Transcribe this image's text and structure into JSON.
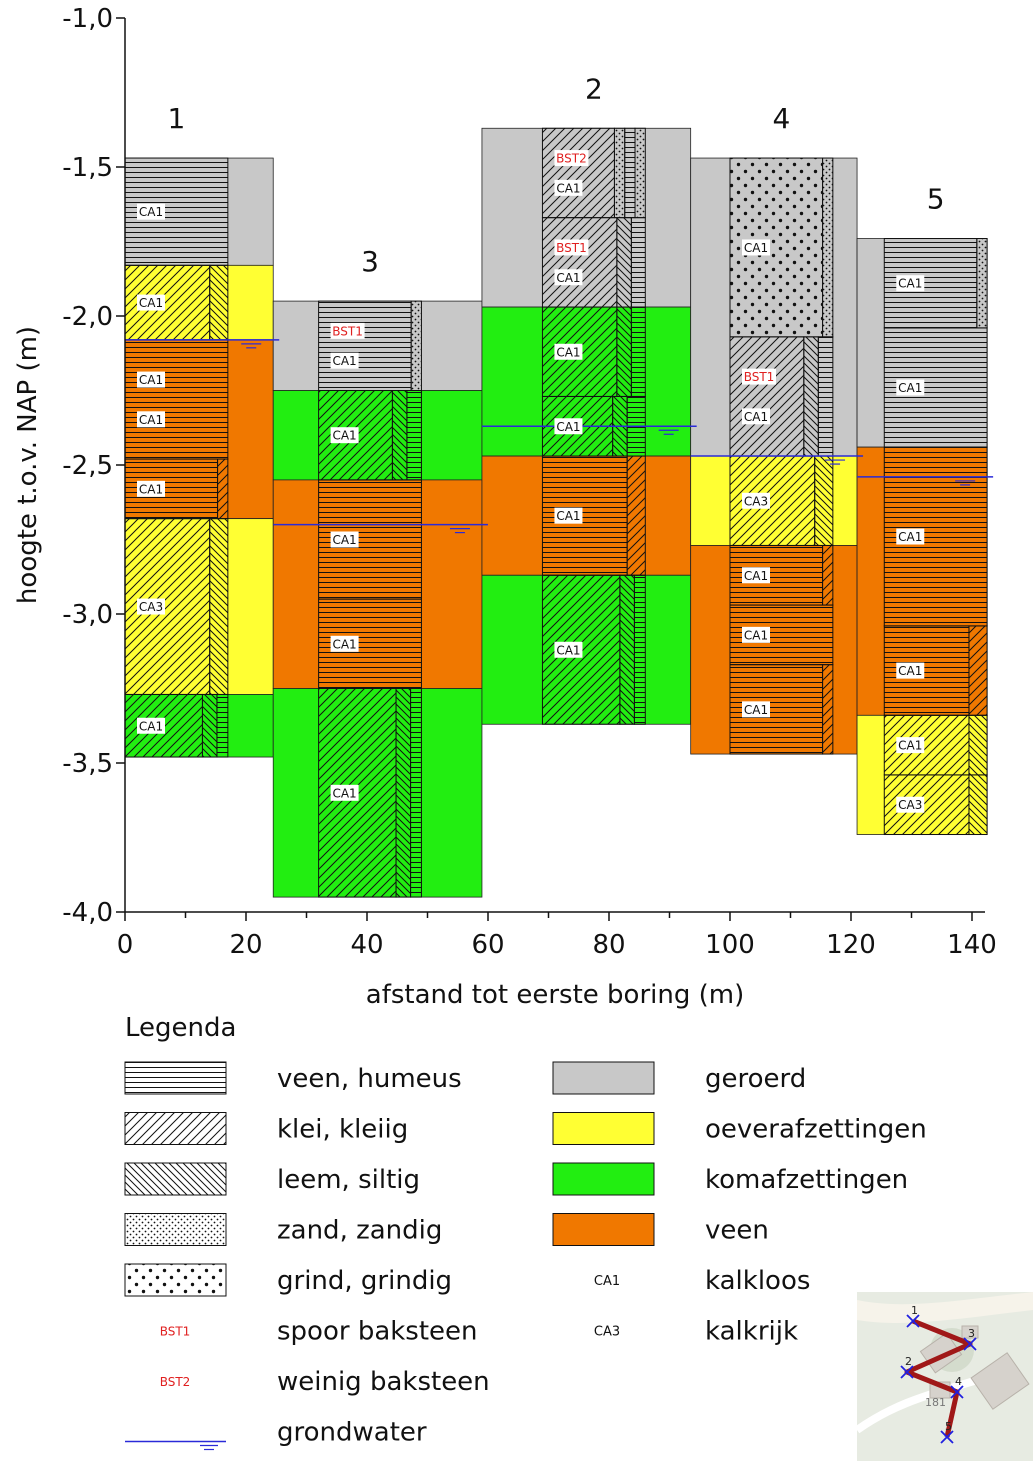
{
  "diagram": {
    "y_axis_label": "hoogte t.o.v. NAP (m)",
    "x_axis_label": "afstand tot eerste boring (m)",
    "y_ticks": [
      "-1,0",
      "-1,5",
      "-2,0",
      "-2,5",
      "-3,0",
      "-3,5",
      "-4,0"
    ],
    "y_tick_values": [
      -1.0,
      -1.5,
      -2.0,
      -2.5,
      -3.0,
      -3.5,
      -4.0
    ],
    "x_ticks": [
      "0",
      "20",
      "40",
      "60",
      "80",
      "100",
      "120",
      "140"
    ],
    "x_tick_values": [
      0,
      20,
      40,
      60,
      80,
      100,
      120,
      140
    ],
    "y_range": [
      -4.0,
      -1.0
    ],
    "x_range": [
      0,
      142
    ],
    "colors": {
      "geroerd": "#c8c8c8",
      "oeverafzettingen": "#ffff33",
      "komafzettingen": "#22ee11",
      "veen": "#f07800",
      "grondwater": "#2a2ad8",
      "bst_text": "#e02020"
    },
    "borings": [
      {
        "number": "1",
        "x_start": 0,
        "x_end": 24.5,
        "hatch_end": 17,
        "geo": [
          {
            "top": -1.47,
            "bottom": -1.83,
            "unit": "geroerd"
          },
          {
            "top": -1.83,
            "bottom": -2.08,
            "unit": "oeverafzettingen"
          },
          {
            "top": -2.08,
            "bottom": -2.68,
            "unit": "veen"
          },
          {
            "top": -2.68,
            "bottom": -3.27,
            "unit": "oeverafzettingen"
          },
          {
            "top": -3.27,
            "bottom": -3.48,
            "unit": "komafzettingen"
          }
        ],
        "layers": [
          {
            "top": -1.47,
            "bottom": -1.83,
            "main": "veen",
            "strips": [],
            "labels": [
              "CA1"
            ]
          },
          {
            "top": -1.83,
            "bottom": -2.08,
            "main": "klei",
            "strips": [
              {
                "w": 3,
                "lith": "leem"
              }
            ],
            "labels": [
              "CA1"
            ]
          },
          {
            "top": -2.08,
            "bottom": -2.48,
            "main": "veen",
            "strips": [],
            "labels": [
              "CA1",
              "CA1"
            ]
          },
          {
            "top": -2.48,
            "bottom": -2.68,
            "main": "veen",
            "strips": [
              {
                "w": 1.7,
                "lith": "klei"
              }
            ],
            "labels": [
              "CA1"
            ]
          },
          {
            "top": -2.68,
            "bottom": -3.27,
            "main": "klei",
            "strips": [
              {
                "w": 3,
                "lith": "leem"
              }
            ],
            "labels": [
              "CA3"
            ]
          },
          {
            "top": -3.27,
            "bottom": -3.48,
            "main": "klei",
            "strips": [
              {
                "w": 2.4,
                "lith": "leem"
              },
              {
                "w": 1.8,
                "lith": "veen"
              }
            ],
            "labels": [
              "CA1"
            ]
          }
        ],
        "groundwater": -2.08
      },
      {
        "number": "3",
        "x_start": 24.5,
        "x_end": 59,
        "hatch_start": 32,
        "hatch_end": 49,
        "geo": [
          {
            "top": -1.95,
            "bottom": -2.25,
            "unit": "geroerd"
          },
          {
            "top": -2.25,
            "bottom": -2.55,
            "unit": "komafzettingen"
          },
          {
            "top": -2.55,
            "bottom": -3.25,
            "unit": "veen"
          },
          {
            "top": -3.25,
            "bottom": -3.95,
            "unit": "komafzettingen"
          }
        ],
        "layers": [
          {
            "top": -1.95,
            "bottom": -2.25,
            "main": "veen",
            "strips": [
              {
                "w": 1.7,
                "lith": "zand"
              }
            ],
            "labels": [
              "BST1",
              "CA1"
            ]
          },
          {
            "top": -2.25,
            "bottom": -2.55,
            "main": "klei",
            "strips": [
              {
                "w": 2.4,
                "lith": "leem"
              },
              {
                "w": 2.4,
                "lith": "veen"
              }
            ],
            "labels": [
              "CA1"
            ]
          },
          {
            "top": -2.55,
            "bottom": -2.95,
            "main": "veen",
            "strips": [],
            "labels": [
              "CA1"
            ]
          },
          {
            "top": -2.95,
            "bottom": -3.25,
            "main": "veen",
            "strips": [],
            "labels": [
              "CA1"
            ]
          },
          {
            "top": -3.25,
            "bottom": -3.95,
            "main": "klei",
            "strips": [
              {
                "w": 2.4,
                "lith": "leem"
              },
              {
                "w": 1.8,
                "lith": "veen"
              }
            ],
            "labels": [
              "CA1"
            ]
          }
        ],
        "groundwater": -2.7
      },
      {
        "number": "2",
        "x_start": 59,
        "x_end": 93.5,
        "hatch_start": 69,
        "hatch_end": 86,
        "geo": [
          {
            "top": -1.37,
            "bottom": -1.97,
            "unit": "geroerd"
          },
          {
            "top": -1.97,
            "bottom": -2.47,
            "unit": "komafzettingen"
          },
          {
            "top": -2.47,
            "bottom": -2.87,
            "unit": "veen"
          },
          {
            "top": -2.87,
            "bottom": -3.37,
            "unit": "komafzettingen"
          }
        ],
        "layers": [
          {
            "top": -1.37,
            "bottom": -1.67,
            "main": "klei",
            "strips": [
              {
                "w": 1.7,
                "lith": "zand"
              },
              {
                "w": 1.7,
                "lith": "veen"
              },
              {
                "w": 1.7,
                "lith": "zand"
              }
            ],
            "labels": [
              "BST2",
              "CA1"
            ]
          },
          {
            "top": -1.67,
            "bottom": -1.97,
            "main": "klei",
            "strips": [
              {
                "w": 2.4,
                "lith": "leem"
              },
              {
                "w": 2.3,
                "lith": "veen"
              }
            ],
            "labels": [
              "BST1",
              "CA1"
            ]
          },
          {
            "top": -1.97,
            "bottom": -2.27,
            "main": "klei",
            "strips": [
              {
                "w": 2.4,
                "lith": "leem"
              },
              {
                "w": 2.3,
                "lith": "veen"
              }
            ],
            "labels": [
              "CA1"
            ]
          },
          {
            "top": -2.27,
            "bottom": -2.47,
            "main": "klei",
            "strips": [
              {
                "w": 2.4,
                "lith": "leem"
              },
              {
                "w": 3,
                "lith": "veen"
              }
            ],
            "labels": [
              "CA1"
            ]
          },
          {
            "top": -2.47,
            "bottom": -2.87,
            "main": "veen",
            "strips": [
              {
                "w": 3,
                "lith": "klei"
              }
            ],
            "labels": [
              "CA1"
            ]
          },
          {
            "top": -2.87,
            "bottom": -3.37,
            "main": "klei",
            "strips": [
              {
                "w": 2.4,
                "lith": "leem"
              },
              {
                "w": 1.8,
                "lith": "veen"
              }
            ],
            "labels": [
              "CA1"
            ]
          }
        ],
        "groundwater": -2.37
      },
      {
        "number": "4",
        "x_start": 93.5,
        "x_end": 121,
        "hatch_start": 100,
        "hatch_end": 117,
        "geo": [
          {
            "top": -1.47,
            "bottom": -2.47,
            "unit": "geroerd"
          },
          {
            "top": -2.47,
            "bottom": -2.77,
            "unit": "oeverafzettingen"
          },
          {
            "top": -2.77,
            "bottom": -3.47,
            "unit": "veen"
          }
        ],
        "layers": [
          {
            "top": -1.47,
            "bottom": -2.07,
            "main": "grind",
            "strips": [
              {
                "w": 1.7,
                "lith": "zand"
              }
            ],
            "labels": [
              "CA1"
            ]
          },
          {
            "top": -2.07,
            "bottom": -2.47,
            "main": "klei",
            "strips": [
              {
                "w": 2.4,
                "lith": "leem"
              },
              {
                "w": 2.4,
                "lith": "veen"
              }
            ],
            "labels": [
              "BST1",
              "CA1"
            ]
          },
          {
            "top": -2.47,
            "bottom": -2.77,
            "main": "klei",
            "strips": [
              {
                "w": 3,
                "lith": "leem"
              }
            ],
            "labels": [
              "CA3"
            ]
          },
          {
            "top": -2.77,
            "bottom": -2.97,
            "main": "veen",
            "strips": [
              {
                "w": 1.7,
                "lith": "klei"
              }
            ],
            "labels": [
              "CA1"
            ]
          },
          {
            "top": -2.97,
            "bottom": -3.17,
            "main": "veen",
            "strips": [],
            "labels": [
              "CA1"
            ]
          },
          {
            "top": -3.17,
            "bottom": -3.47,
            "main": "veen",
            "strips": [
              {
                "w": 1.7,
                "lith": "klei"
              }
            ],
            "labels": [
              "CA1"
            ]
          }
        ],
        "groundwater": -2.47
      },
      {
        "number": "5",
        "x_start": 121,
        "x_end": 142.5,
        "hatch_start": 125.5,
        "hatch_end": 142.5,
        "geo": [
          {
            "top": -1.74,
            "bottom": -2.44,
            "unit": "geroerd"
          },
          {
            "top": -2.44,
            "bottom": -3.34,
            "unit": "veen"
          },
          {
            "top": -3.34,
            "bottom": -3.74,
            "unit": "oeverafzettingen"
          }
        ],
        "layers": [
          {
            "top": -1.74,
            "bottom": -2.04,
            "main": "veen",
            "strips": [
              {
                "w": 1.7,
                "lith": "zand"
              }
            ],
            "labels": [
              "CA1"
            ]
          },
          {
            "top": -2.04,
            "bottom": -2.44,
            "main": "veen",
            "strips": [],
            "labels": [
              "CA1"
            ]
          },
          {
            "top": -2.44,
            "bottom": -3.04,
            "main": "veen",
            "strips": [],
            "labels": [
              "CA1"
            ]
          },
          {
            "top": -3.04,
            "bottom": -3.34,
            "main": "veen",
            "strips": [
              {
                "w": 3,
                "lith": "klei"
              }
            ],
            "labels": [
              "CA1"
            ]
          },
          {
            "top": -3.34,
            "bottom": -3.54,
            "main": "klei",
            "strips": [
              {
                "w": 3,
                "lith": "leem"
              }
            ],
            "labels": [
              "CA1"
            ]
          },
          {
            "top": -3.54,
            "bottom": -3.74,
            "main": "klei",
            "strips": [
              {
                "w": 3,
                "lith": "leem"
              }
            ],
            "labels": [
              "CA3"
            ]
          }
        ],
        "groundwater": -2.54
      }
    ]
  },
  "legend": {
    "title": "Legenda",
    "left": [
      {
        "key": "veen-humeus",
        "symbol": "hatch",
        "lith": "veen",
        "label": "veen, humeus"
      },
      {
        "key": "klei-kleiig",
        "symbol": "hatch",
        "lith": "klei",
        "label": "klei, kleiig"
      },
      {
        "key": "leem-siltig",
        "symbol": "hatch",
        "lith": "leem",
        "label": "leem, siltig"
      },
      {
        "key": "zand-zandig",
        "symbol": "hatch",
        "lith": "zand",
        "label": "zand, zandig"
      },
      {
        "key": "grind-grindig",
        "symbol": "hatch",
        "lith": "grind",
        "label": "grind, grindig"
      },
      {
        "key": "spoor-baksteen",
        "symbol": "text",
        "code": "BST1",
        "label": "spoor baksteen"
      },
      {
        "key": "weinig-baksteen",
        "symbol": "text",
        "code": "BST2",
        "label": "weinig baksteen"
      },
      {
        "key": "grondwater",
        "symbol": "water",
        "label": "grondwater"
      }
    ],
    "right": [
      {
        "key": "geroerd",
        "symbol": "fill",
        "unit": "geroerd",
        "label": "geroerd"
      },
      {
        "key": "oeverafzettingen",
        "symbol": "fill",
        "unit": "oeverafzettingen",
        "label": "oeverafzettingen"
      },
      {
        "key": "komafzettingen",
        "symbol": "fill",
        "unit": "komafzettingen",
        "label": "komafzettingen"
      },
      {
        "key": "veen",
        "symbol": "fill",
        "unit": "veen",
        "label": "veen"
      },
      {
        "key": "kalkloos",
        "symbol": "code",
        "code": "CA1",
        "label": "kalkloos"
      },
      {
        "key": "kalkrijk",
        "symbol": "code",
        "code": "CA3",
        "label": "kalkrijk"
      }
    ]
  },
  "map": {
    "point_labels": [
      "1",
      "3",
      "2",
      "4",
      "5"
    ],
    "house_number": "181",
    "route_color": "#a01818",
    "marker_color": "#2020e0"
  }
}
